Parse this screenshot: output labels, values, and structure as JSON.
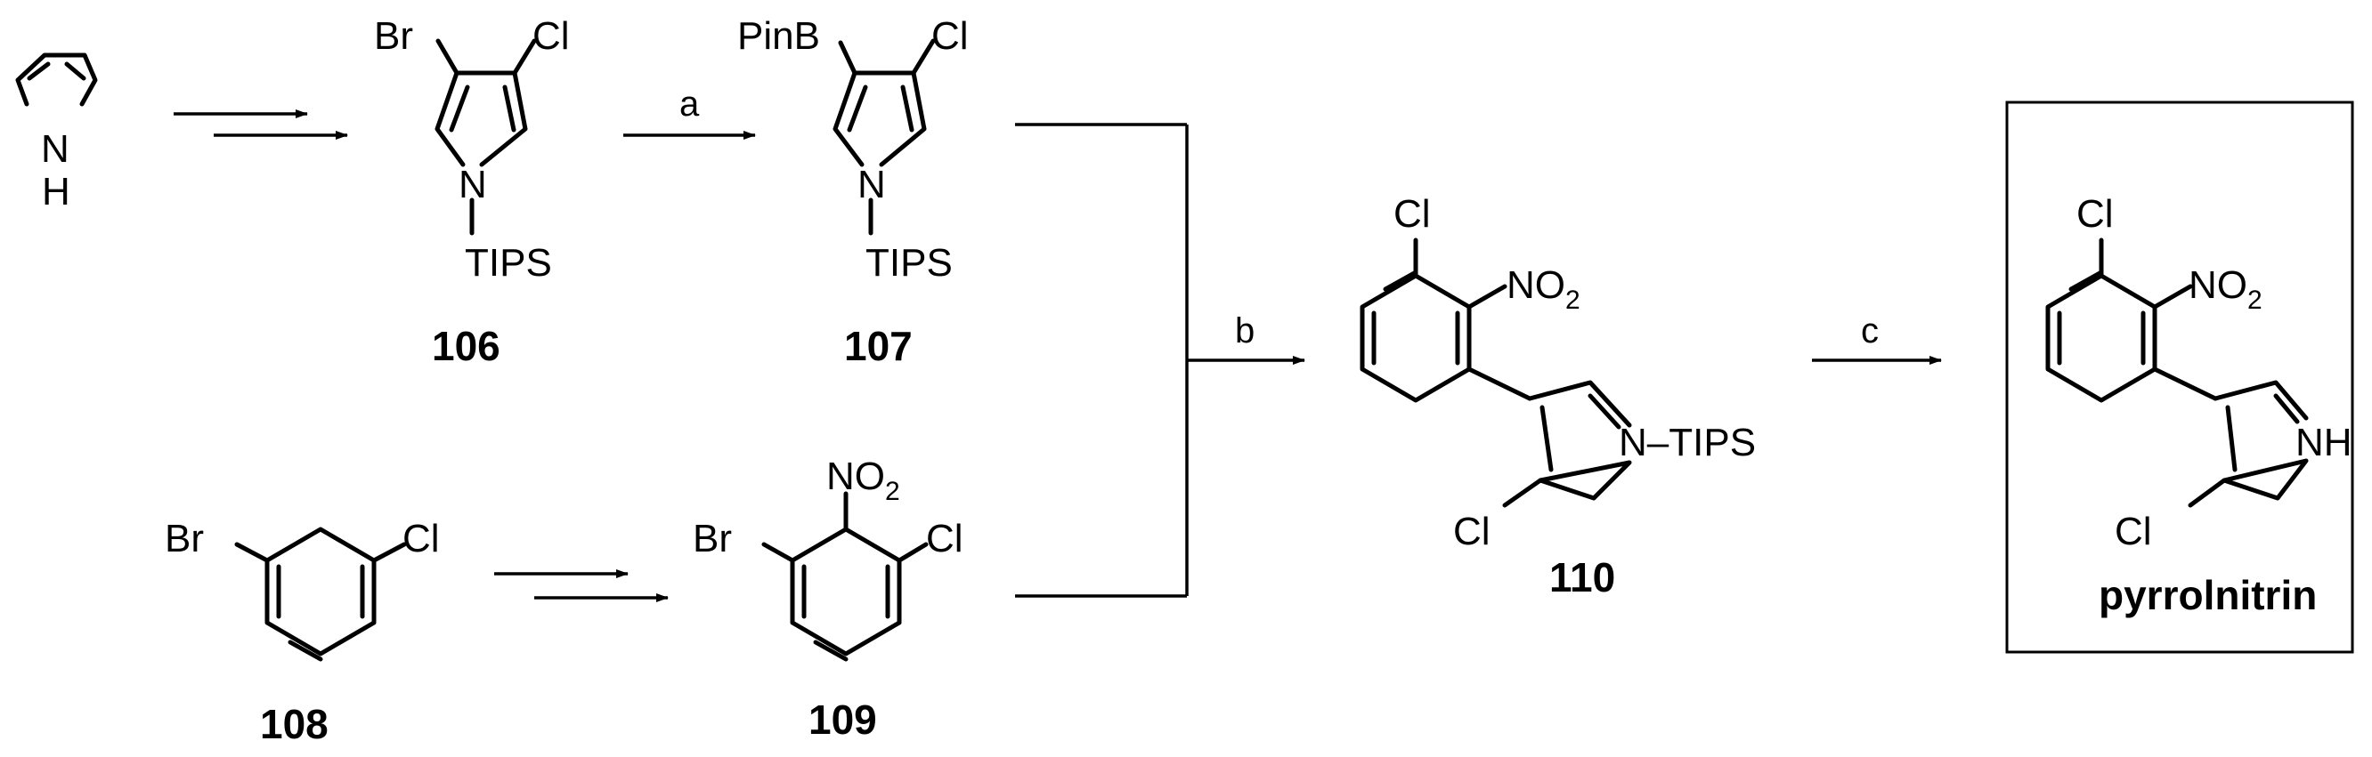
{
  "atoms": {
    "br": "Br",
    "cl": "Cl",
    "n": "N",
    "h": "H",
    "nh": "NH",
    "pinb": "PinB",
    "tips": "TIPS",
    "n_tips": "N–TIPS",
    "no": "NO",
    "two": "2"
  },
  "compounds": {
    "c106": "106",
    "c107": "107",
    "c108": "108",
    "c109": "109",
    "c110": "110",
    "product": "pyrrolnitrin"
  },
  "reagents": {
    "a": "a",
    "b": "b",
    "c": "c"
  }
}
